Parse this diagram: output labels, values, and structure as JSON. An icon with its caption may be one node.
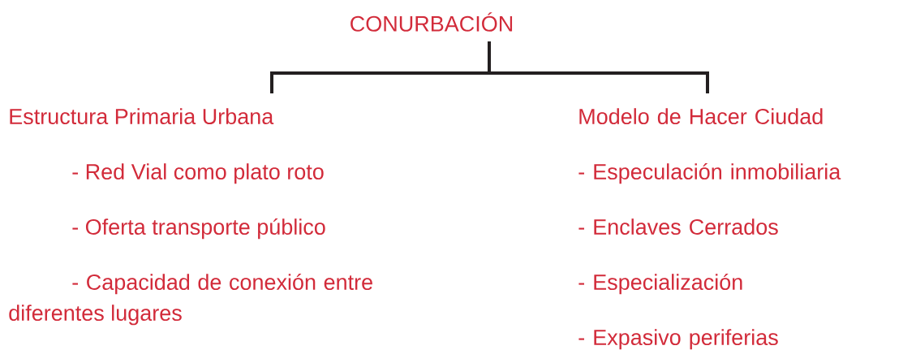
{
  "diagram": {
    "nodes": [
      {
        "text": [
          "CONURBACIÓN"
        ]
      },
      {
        "text": [
          "Estructura Primaria Urbana",
          "- Red Vial como plato roto",
          "- Oferta transporte público",
          "- Capacidad de conexión entre diferentes lugares"
        ]
      },
      {
        "text": [
          "Modelo de Hacer Ciudad",
          "- Especulación inmobiliaria",
          "- Enclaves Cerrados",
          "- Especialización",
          "- Expasivo periferias"
        ]
      }
    ],
    "edges": [
      {
        "from": 0,
        "to": 1,
        "arrow": "none"
      },
      {
        "from": 0,
        "to": 2,
        "arrow": "none"
      }
    ]
  }
}
